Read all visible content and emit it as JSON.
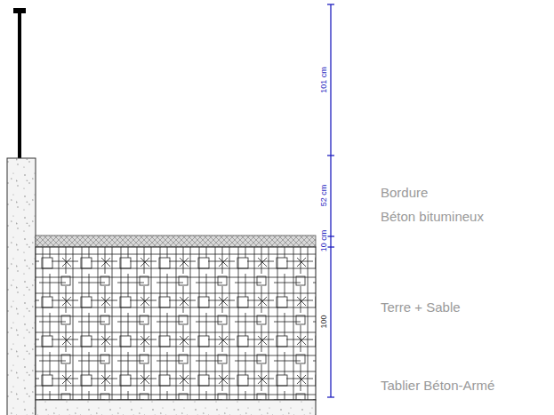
{
  "diagram": {
    "labels": [
      "101 cm",
      "52 cm",
      "10 cm",
      "100",
      "Bordure",
      "Béton bitumineux",
      "Terre + Sable",
      "Tablier Béton-Armé"
    ]
  }
}
